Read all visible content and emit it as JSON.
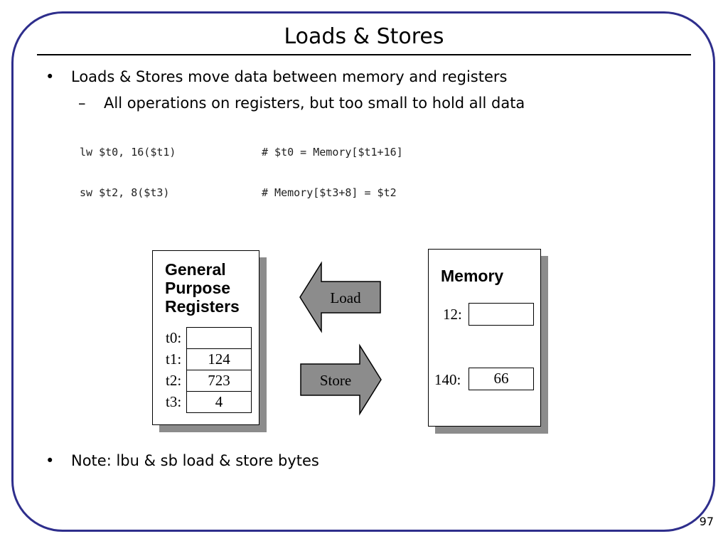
{
  "slide": {
    "title": "Loads & Stores",
    "bullets": [
      {
        "mark": "•",
        "text": "Loads & Stores move data between memory and registers"
      },
      {
        "mark": "–",
        "text": "All operations on registers, but too small to hold all data"
      },
      {
        "mark": "•",
        "text": "Note: lbu & sb load & store bytes"
      }
    ],
    "code": [
      {
        "instr": "lw $t0, 16($t1)",
        "comment": "# $t0 = Memory[$t1+16]"
      },
      {
        "instr": "sw $t2, 8($t3)",
        "comment": "# Memory[$t3+8] = $t2"
      }
    ],
    "page_number": "97"
  },
  "diagram": {
    "registers": {
      "title": [
        "General",
        "Purpose",
        "Registers"
      ],
      "rows": [
        {
          "name": "t0:",
          "value": ""
        },
        {
          "name": "t1:",
          "value": "124"
        },
        {
          "name": "t2:",
          "value": "723"
        },
        {
          "name": "t3:",
          "value": "4"
        }
      ]
    },
    "memory": {
      "title": "Memory",
      "rows": [
        {
          "address": "12:",
          "value": ""
        },
        {
          "address": "140:",
          "value": "66"
        }
      ]
    },
    "arrows": {
      "load": "Load",
      "store": "Store",
      "fill": "#8c8c8c"
    }
  }
}
